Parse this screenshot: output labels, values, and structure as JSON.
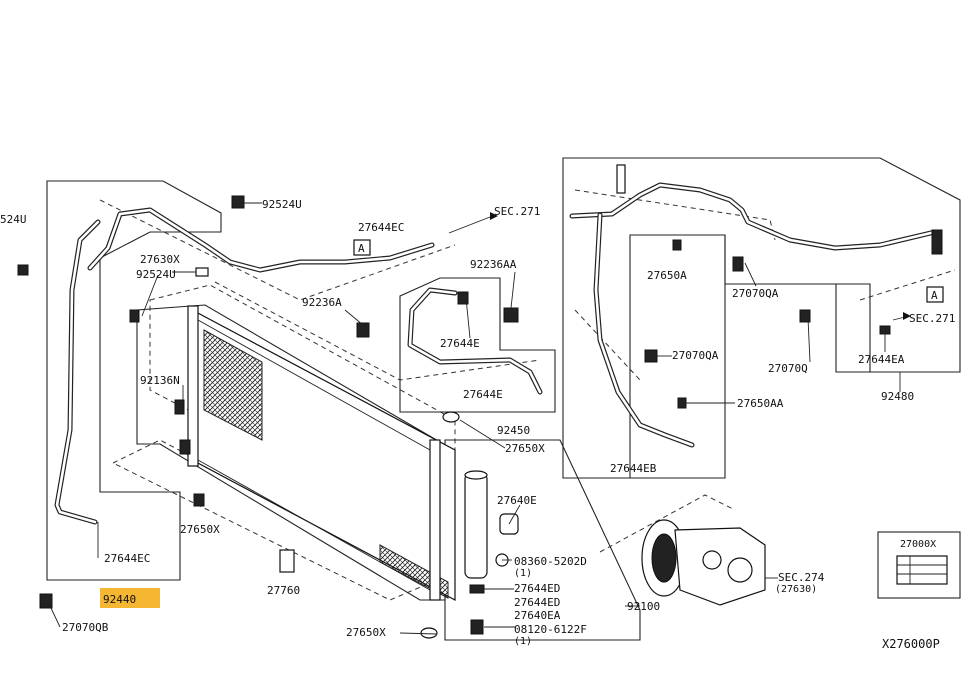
{
  "diagram_code": "X276000P",
  "highlight_color": "#f5b731",
  "labels": {
    "l_92524u_left": "524U",
    "l_92524u_top": "92524U",
    "l_27630x": "27630X",
    "l_92524u_mid": "92524U",
    "l_27644ec_top": "27644EC",
    "l_sec271_top": "SEC.271",
    "l_ref_a_top": "A",
    "l_92236a": "92236A",
    "l_92236aa": "92236AA",
    "l_27644e_1": "27644E",
    "l_27644e_2": "27644E",
    "l_92136n": "92136N",
    "l_92450": "92450",
    "l_27650x_mid": "27650X",
    "l_27650x_left": "27650X",
    "l_27640e": "27640E",
    "l_08360": "08360-5202D",
    "l_08360_qty": "(1)",
    "l_27644ed": "27644ED",
    "l_27644ed2": "27644ED",
    "l_27640ea": "27640EA",
    "l_08120": "08120-6122F",
    "l_08120_qty": "(1)",
    "l_92100": "92100",
    "l_27760": "27760",
    "l_27650x_bottom": "27650X",
    "l_27644ec_left": "27644EC",
    "l_92440": "92440",
    "l_27070qb": "27070QB",
    "l_27650a": "27650A",
    "l_27070qa_1": "27070QA",
    "l_27070qa_2": "27070QA",
    "l_27650aa": "27650AA",
    "l_27644eb": "27644EB",
    "l_27070q": "27070Q",
    "l_27644ea": "27644EA",
    "l_sec271_right": "SEC.271",
    "l_ref_a_right": "A",
    "l_92480": "92480",
    "l_sec274": "SEC.274",
    "l_27630": "(27630)",
    "l_27000x": "27000X"
  }
}
